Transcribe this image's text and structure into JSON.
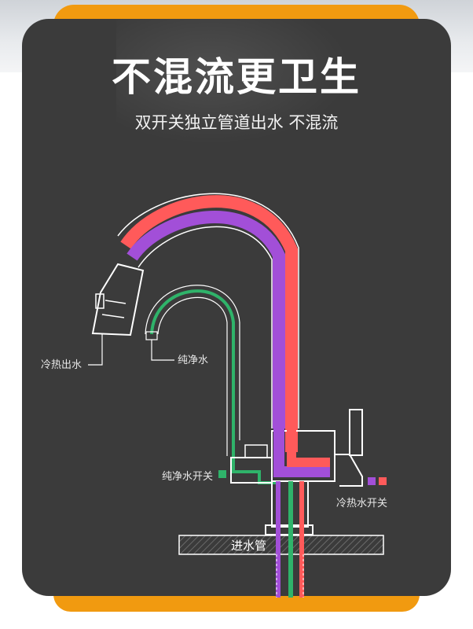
{
  "title": "不混流更卫生",
  "subtitle": "双开关独立管道出水 不混流",
  "labels": {
    "hot_cold_outlet": "冷热出水",
    "pure_water": "纯净水",
    "pure_water_switch": "纯净水开关",
    "hot_cold_switch": "冷热水开关",
    "inlet_pipe": "进水管"
  },
  "colors": {
    "frame": "#f19a10",
    "panel": "#3b3b3b",
    "hot": "#ff5a5a",
    "cold": "#a24fd8",
    "pure": "#2fb36a",
    "outline": "#ffffff"
  }
}
